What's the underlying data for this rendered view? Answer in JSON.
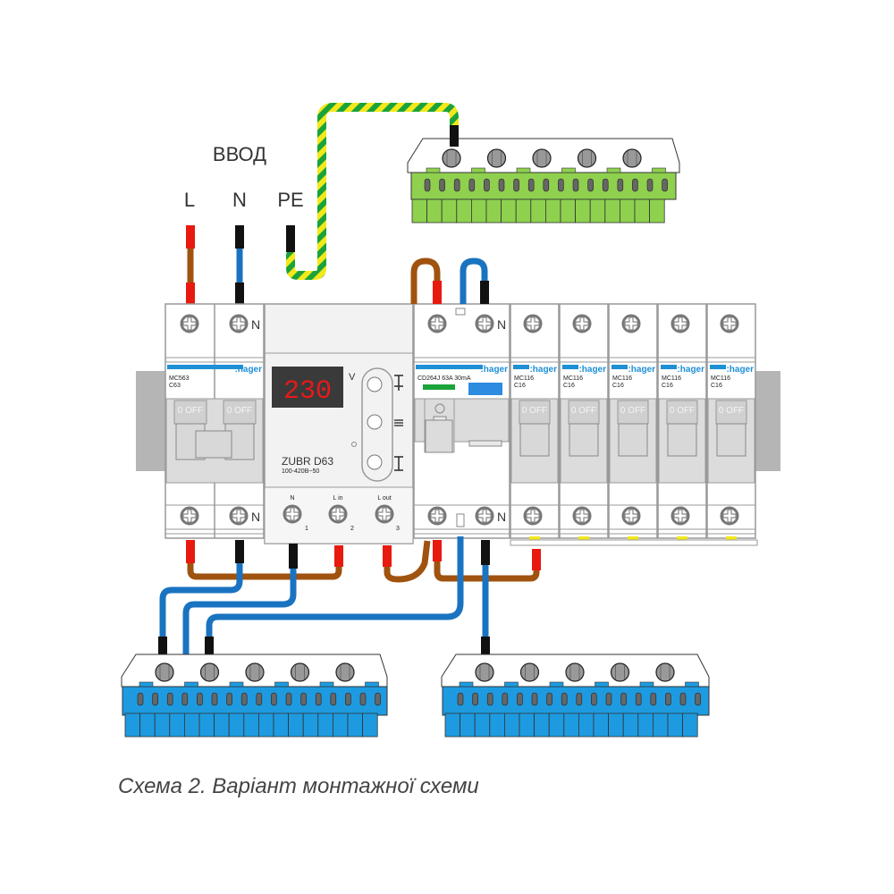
{
  "labels": {
    "input_title": "ВВОД",
    "L": "L",
    "N": "N",
    "PE": "PE"
  },
  "breakers": {
    "main": {
      "brand": ":hager",
      "model": "MC563",
      "rating": "C63",
      "switch_text": "0 OFF",
      "neutral_mark": "N"
    },
    "rcd": {
      "brand": ":hager",
      "model": "CD264J 63A 30mA",
      "neutral_mark": "N"
    },
    "branch": [
      {
        "brand": ":hager",
        "model": "MC116",
        "rating": "C16",
        "switch_text": "0 OFF"
      },
      {
        "brand": ":hager",
        "model": "MC116",
        "rating": "C16",
        "switch_text": "0 OFF"
      },
      {
        "brand": ":hager",
        "model": "MC116",
        "rating": "C16",
        "switch_text": "0 OFF"
      },
      {
        "brand": ":hager",
        "model": "MC116",
        "rating": "C16",
        "switch_text": "0 OFF"
      },
      {
        "brand": ":hager",
        "model": "MC116",
        "rating": "C16",
        "switch_text": "0 OFF"
      }
    ]
  },
  "relay": {
    "display_value": "230",
    "unit": "V",
    "name": "ZUBR D63",
    "spec": "100-420В~50",
    "terminals": [
      {
        "label": "N",
        "number": "1"
      },
      {
        "label": "L in",
        "number": "2"
      },
      {
        "label": "L out",
        "number": "3"
      }
    ],
    "button_icons": [
      "up-arrow-icon",
      "menu-icon",
      "down-arrow-icon"
    ]
  },
  "caption": "Схема 2. Варіант монтажної схеми",
  "colors": {
    "brown": "#a0520f",
    "blue": "#1a73c0",
    "red": "#e8190e",
    "pe_green": "#1aa33a",
    "pe_yellow": "#f2e81a",
    "busbar_green": "#8fd14f",
    "busbar_blue": "#1e9be0",
    "display_bg": "#3a3a3a",
    "display_digits": "#e8191a",
    "hager_blue": "#1e90d6"
  }
}
